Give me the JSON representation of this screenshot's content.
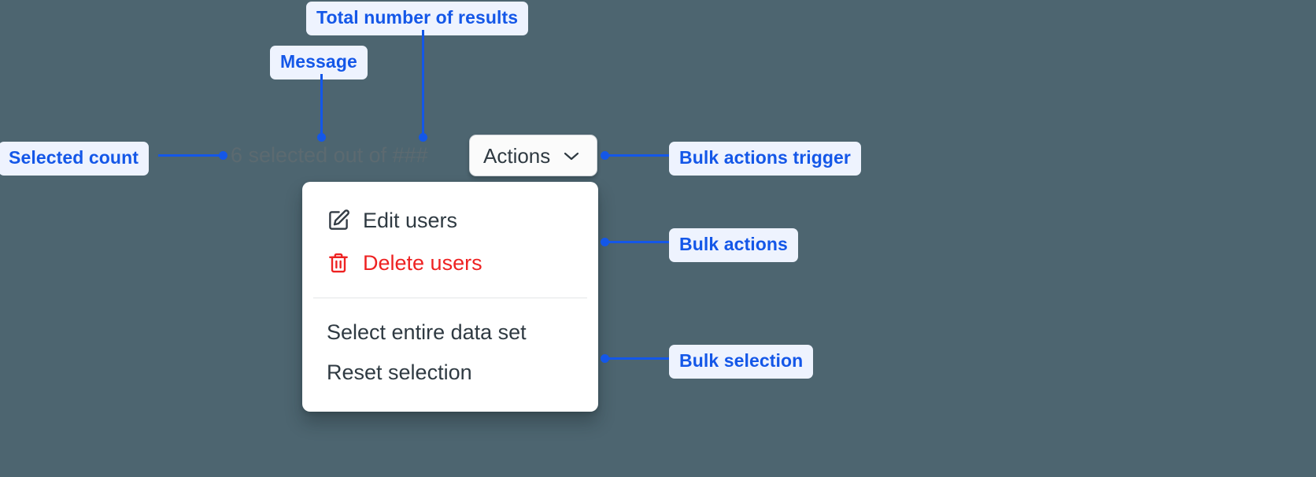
{
  "canvas": {
    "background_color": "#4d6570",
    "annotation_color": "#1457e8",
    "annotation_pill_background": "#eef3fe"
  },
  "annotations": [
    {
      "id": "total-results",
      "label": "Total number of results"
    },
    {
      "id": "message",
      "label": "Message"
    },
    {
      "id": "selected-count",
      "label": "Selected count"
    },
    {
      "id": "bulk-actions-trigger",
      "label": "Bulk actions trigger"
    },
    {
      "id": "bulk-actions",
      "label": "Bulk actions"
    },
    {
      "id": "bulk-selection",
      "label": "Bulk selection"
    }
  ],
  "component": {
    "selection_message": {
      "count": "6",
      "full_text": "6 selected out of ###",
      "total_placeholder": "###",
      "text_color": "#5c6a70"
    },
    "trigger": {
      "label": "Actions",
      "icon": "chevron-down-icon",
      "background_color": "#fbfbfb",
      "border_color": "#cfd4d8",
      "text_color": "#2f3a42"
    },
    "menu": {
      "background_color": "#ffffff",
      "groups": [
        {
          "name": "bulk-actions",
          "items": [
            {
              "label": "Edit users",
              "icon": "edit-pencil-icon",
              "color": "#2f3a42",
              "destructive": false
            },
            {
              "label": "Delete users",
              "icon": "trash-icon",
              "color": "#ee2222",
              "destructive": true
            }
          ]
        },
        {
          "name": "bulk-selection",
          "items": [
            {
              "label": "Select entire data set",
              "icon": null,
              "color": "#2f3a42",
              "destructive": false
            },
            {
              "label": "Reset selection",
              "icon": null,
              "color": "#2f3a42",
              "destructive": false
            }
          ]
        }
      ]
    }
  }
}
